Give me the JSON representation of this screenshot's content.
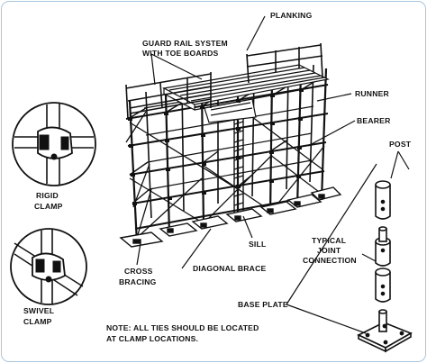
{
  "labels": {
    "planking": "PLANKING",
    "guard_rail_1": "GUARD RAIL SYSTEM",
    "guard_rail_2": "WITH TOE BOARDS",
    "runner": "RUNNER",
    "bearer": "BEARER",
    "post": "POST",
    "rigid_clamp_1": "RIGID",
    "rigid_clamp_2": "CLAMP",
    "swivel_clamp_1": "SWIVEL",
    "swivel_clamp_2": "CLAMP",
    "sill": "SILL",
    "typical_joint_1": "TYPICAL",
    "typical_joint_2": "JOINT",
    "typical_joint_3": "CONNECTION",
    "cross_bracing_1": "CROSS",
    "cross_bracing_2": "BRACING",
    "diagonal_brace": "DIAGONAL BRACE",
    "base_plate": "BASE PLATE",
    "note_1": "NOTE:  ALL TIES SHOULD BE LOCATED",
    "note_2": "AT CLAMP LOCATIONS."
  },
  "colors": {
    "ink": "#111111",
    "border": "#a9c6e0",
    "background": "#ffffff"
  }
}
